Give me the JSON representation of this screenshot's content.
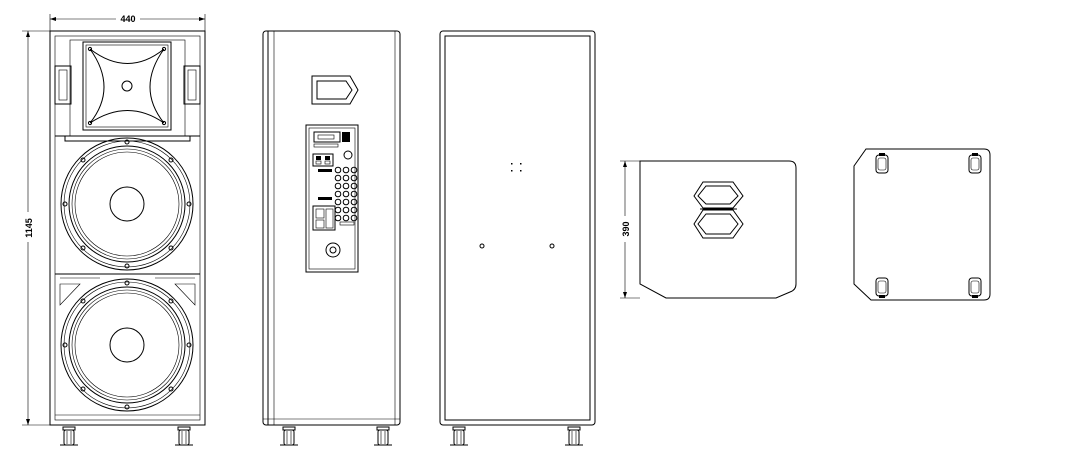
{
  "drawing": {
    "dimensions": {
      "width_label": "440",
      "height_label": "1145",
      "depth_label": "390"
    },
    "views": [
      "front-view",
      "side-view",
      "rear-view",
      "top-view",
      "bottom-view"
    ]
  },
  "colors": {
    "line": "#000000",
    "background": "#ffffff"
  }
}
